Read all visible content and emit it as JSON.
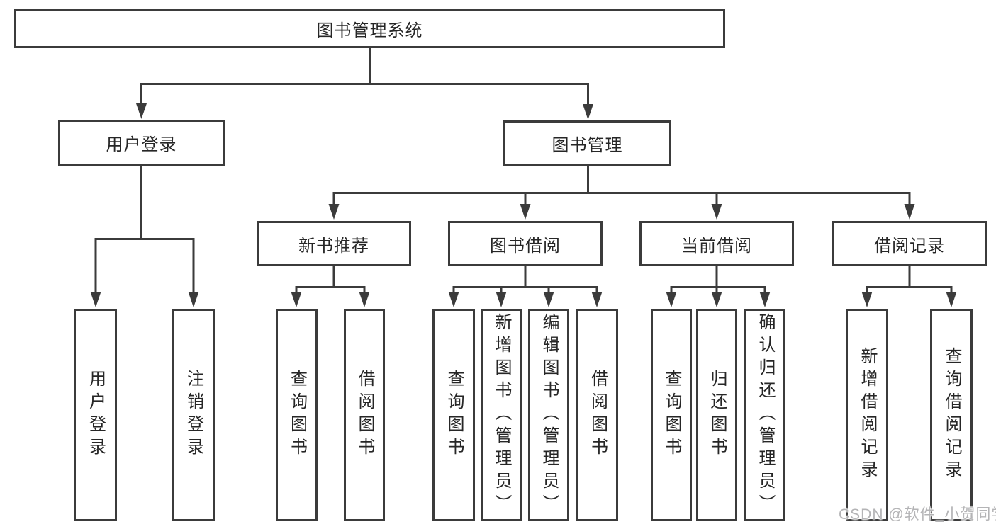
{
  "tree": {
    "root": "图书管理系统",
    "user_login": {
      "label": "用户登录",
      "children": [
        "用户登录",
        "注销登录"
      ]
    },
    "book_mgmt": {
      "label": "图书管理",
      "modules": [
        {
          "label": "新书推荐",
          "children": [
            "查询图书",
            "借阅图书"
          ]
        },
        {
          "label": "图书借阅",
          "children": [
            "查询图书",
            "新增图书（管理员）",
            "编辑图书（管理员）",
            "借阅图书"
          ]
        },
        {
          "label": "当前借阅",
          "children": [
            "查询图书",
            "归还图书",
            "确认归还（管理员）"
          ]
        },
        {
          "label": "借阅记录",
          "children": [
            "新增借阅记录",
            "查询借阅记录"
          ]
        }
      ]
    }
  },
  "watermark": "CSDN @软件_小贺同学",
  "colors": {
    "line_and_border": "#3b3b3b",
    "text": "#262626",
    "watermark_text": "#b4b4b6",
    "background": "#ffffff"
  }
}
